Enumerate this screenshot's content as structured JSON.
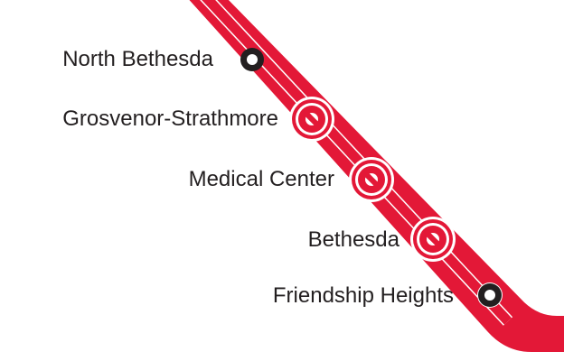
{
  "line": {
    "color": "#e31837",
    "stroke_color": "#ffffff"
  },
  "stations": [
    {
      "name": "North Bethesda",
      "marker": "standard",
      "marker_color": "#231f20"
    },
    {
      "name": "Grosvenor-Strathmore",
      "marker": "transfer-target",
      "marker_color": "#e31837"
    },
    {
      "name": "Medical Center",
      "marker": "transfer-target",
      "marker_color": "#e31837"
    },
    {
      "name": "Bethesda",
      "marker": "transfer-target",
      "marker_color": "#e31837"
    },
    {
      "name": "Friendship Heights",
      "marker": "standard",
      "marker_color": "#231f20"
    }
  ]
}
